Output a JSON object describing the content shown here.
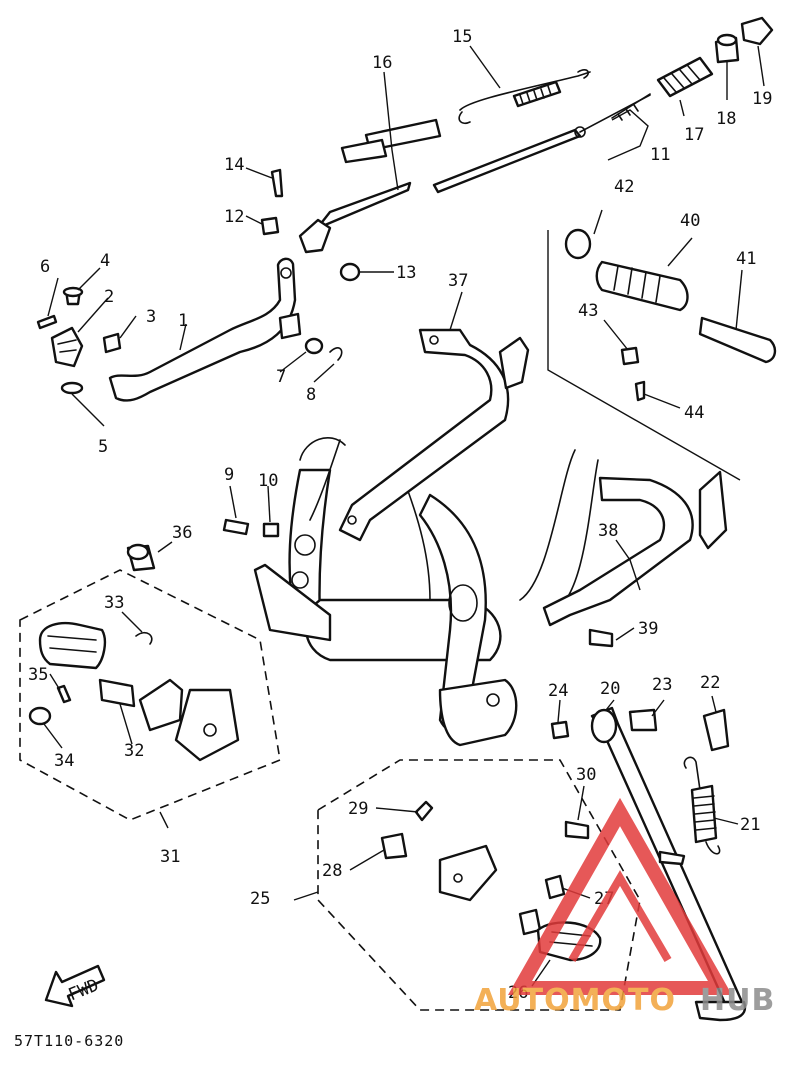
{
  "diagram": {
    "code": "57T110-6320",
    "fwd_label": "FWD",
    "parts": [
      {
        "id": "p1",
        "label": "1"
      },
      {
        "id": "p2",
        "label": "2"
      },
      {
        "id": "p3",
        "label": "3"
      },
      {
        "id": "p4",
        "label": "4"
      },
      {
        "id": "p5",
        "label": "5"
      },
      {
        "id": "p6",
        "label": "6"
      },
      {
        "id": "p7",
        "label": "7"
      },
      {
        "id": "p8",
        "label": "8"
      },
      {
        "id": "p9",
        "label": "9"
      },
      {
        "id": "p10",
        "label": "10"
      },
      {
        "id": "p11",
        "label": "11"
      },
      {
        "id": "p12",
        "label": "12"
      },
      {
        "id": "p13",
        "label": "13"
      },
      {
        "id": "p14",
        "label": "14"
      },
      {
        "id": "p15",
        "label": "15"
      },
      {
        "id": "p16",
        "label": "16"
      },
      {
        "id": "p17",
        "label": "17"
      },
      {
        "id": "p18",
        "label": "18"
      },
      {
        "id": "p19",
        "label": "19"
      },
      {
        "id": "p20",
        "label": "20"
      },
      {
        "id": "p21",
        "label": "21"
      },
      {
        "id": "p22",
        "label": "22"
      },
      {
        "id": "p23",
        "label": "23"
      },
      {
        "id": "p24",
        "label": "24"
      },
      {
        "id": "p25",
        "label": "25"
      },
      {
        "id": "p26",
        "label": "26"
      },
      {
        "id": "p27",
        "label": "27"
      },
      {
        "id": "p28",
        "label": "28"
      },
      {
        "id": "p29",
        "label": "29"
      },
      {
        "id": "p30",
        "label": "30"
      },
      {
        "id": "p31",
        "label": "31"
      },
      {
        "id": "p32",
        "label": "32"
      },
      {
        "id": "p33",
        "label": "33"
      },
      {
        "id": "p34",
        "label": "34"
      },
      {
        "id": "p35",
        "label": "35"
      },
      {
        "id": "p36",
        "label": "36"
      },
      {
        "id": "p37",
        "label": "37"
      },
      {
        "id": "p38",
        "label": "38"
      },
      {
        "id": "p39",
        "label": "39"
      },
      {
        "id": "p40",
        "label": "40"
      },
      {
        "id": "p41",
        "label": "41"
      },
      {
        "id": "p42",
        "label": "42"
      },
      {
        "id": "p43",
        "label": "43"
      },
      {
        "id": "p44",
        "label": "44"
      }
    ]
  },
  "watermark": {
    "text_part1": "AUTOMOTO",
    "text_part2": "HUB",
    "color_primary": "#e23b3b",
    "color_accent": "#f2a33a",
    "color_dark": "#8c8c8c"
  }
}
